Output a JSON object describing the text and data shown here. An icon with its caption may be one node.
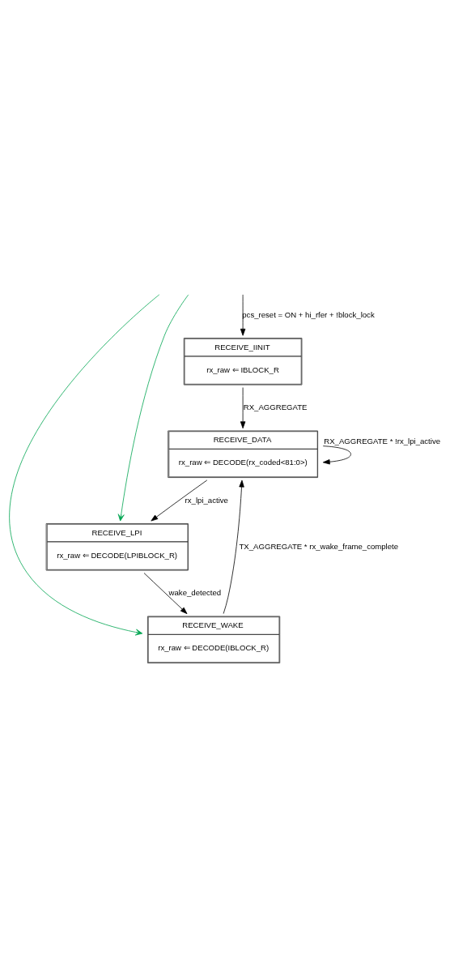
{
  "diagram": {
    "nodes": [
      {
        "text": [
          "RECEIVE_IINIT",
          "rx_raw ⇐ IBLOCK_R"
        ]
      },
      {
        "text": [
          "RECEIVE_DATA",
          "rx_raw ⇐ DECODE(rx_coded<81:0>)"
        ]
      },
      {
        "text": [
          "RECEIVE_LPI",
          "rx_raw ⇐ DECODE(LPIBLOCK_R)"
        ]
      },
      {
        "text": [
          "RECEIVE_WAKE",
          "rx_raw ⇐ DECODE(IBLOCK_R)"
        ]
      }
    ],
    "edges": [
      {
        "from": null,
        "to": 0,
        "arrow": "to",
        "label": "pcs_reset = ON + hi_rfer + !block_lock"
      },
      {
        "from": 0,
        "to": 1,
        "arrow": "to",
        "label": "RX_AGGREGATE"
      },
      {
        "from": 1,
        "to": 1,
        "arrow": "to",
        "label": "RX_AGGREGATE * !rx_lpi_active"
      },
      {
        "from": 1,
        "to": 2,
        "arrow": "to",
        "label": "rx_lpi_active"
      },
      {
        "from": 2,
        "to": 3,
        "arrow": "to",
        "label": "wake_detected"
      },
      {
        "from": 3,
        "to": 1,
        "arrow": "to",
        "label": "TX_AGGREGATE * rx_wake_frame_complete"
      },
      {
        "from": null,
        "to": 2,
        "arrow": "to",
        "color": "#00a550"
      },
      {
        "from": null,
        "to": 3,
        "arrow": "to",
        "color": "#00a550"
      }
    ]
  }
}
